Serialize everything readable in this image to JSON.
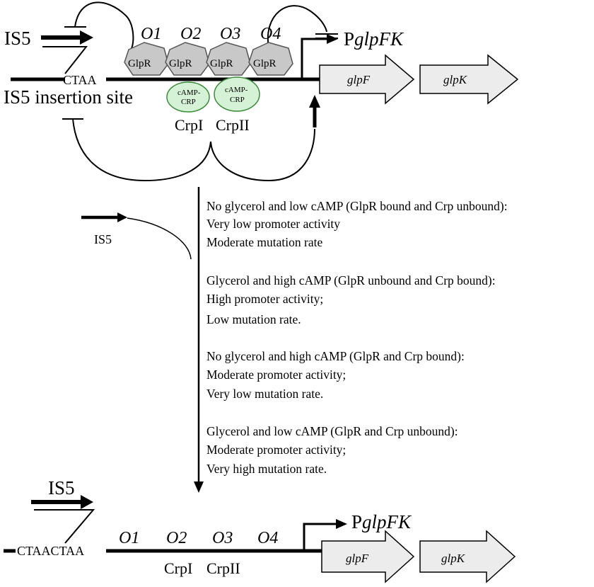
{
  "top": {
    "is5_label": "IS5",
    "site_sequence": "CTAA",
    "insertion_site_label": "IS5 insertion site",
    "operators": [
      "O1",
      "O2",
      "O3",
      "O4"
    ],
    "repressor_label": "GlpR",
    "activator_label_line1": "cAMP-",
    "activator_label_line2": "CRP",
    "crp_sites": [
      "CrpI",
      "CrpII"
    ],
    "promoter_prefix": "P",
    "promoter_gene": "glpFK",
    "genes": [
      "glpF",
      "glpK"
    ]
  },
  "middle": {
    "is5_label": "IS5",
    "conditions": [
      {
        "title": "No glycerol and low cAMP (GlpR bound and Crp unbound):",
        "activity": "Very low promoter activity",
        "mutation": "Moderate mutation rate"
      },
      {
        "title": "Glycerol and high cAMP (GlpR unbound and Crp bound):",
        "activity": "High promoter activity;",
        "mutation": "Low mutation rate."
      },
      {
        "title": "No glycerol and high cAMP (GlpR and Crp bound):",
        "activity": "Moderate promoter activity;",
        "mutation": "Very low mutation rate."
      },
      {
        "title": "Glycerol and low cAMP (GlpR and Crp unbound):",
        "activity": "Moderate promoter activity;",
        "mutation": "Very high mutation rate."
      }
    ]
  },
  "bottom": {
    "is5_label": "IS5",
    "site_sequence": "CTAACTAA",
    "operators": [
      "O1",
      "O2",
      "O3",
      "O4"
    ],
    "crp_sites": [
      "CrpI",
      "CrpII"
    ],
    "promoter_prefix": "P",
    "promoter_gene": "glpFK",
    "genes": [
      "glpF",
      "glpK"
    ]
  },
  "colors": {
    "glpr_fill": "#c8c8c8",
    "crp_fill": "#d6f2d6",
    "crp_stroke": "#3c8c3c",
    "gene_fill": "#ececec"
  }
}
